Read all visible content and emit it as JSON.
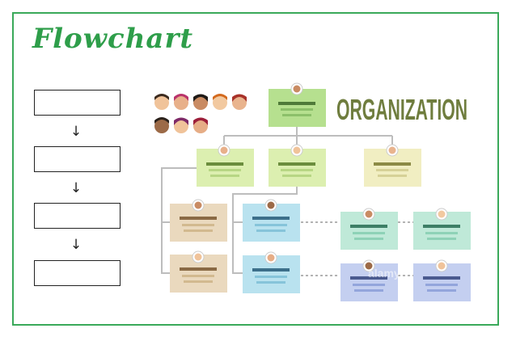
{
  "title": "Flowchart",
  "org_title": "ORGANIZATION",
  "watermark": "alamy",
  "colors": {
    "frame": "#3aa95a",
    "title": "#2e9e4a",
    "org_title": "#6f7d3e",
    "top_card": "#b6e08f",
    "level2_card": "#dcefb0",
    "level2_right_card": "#f1eec2",
    "tan_card": "#ead9be",
    "blue_card": "#b9e2ef",
    "green_card": "#bfe9d8",
    "lavender_card": "#c4cff0"
  },
  "flowchart": {
    "boxes": [
      "",
      "",
      "",
      ""
    ],
    "arrow": "↓"
  },
  "people_icons": [
    "person-icon",
    "person-icon",
    "person-icon",
    "person-icon",
    "person-icon",
    "person-icon",
    "person-icon",
    "person-icon"
  ]
}
